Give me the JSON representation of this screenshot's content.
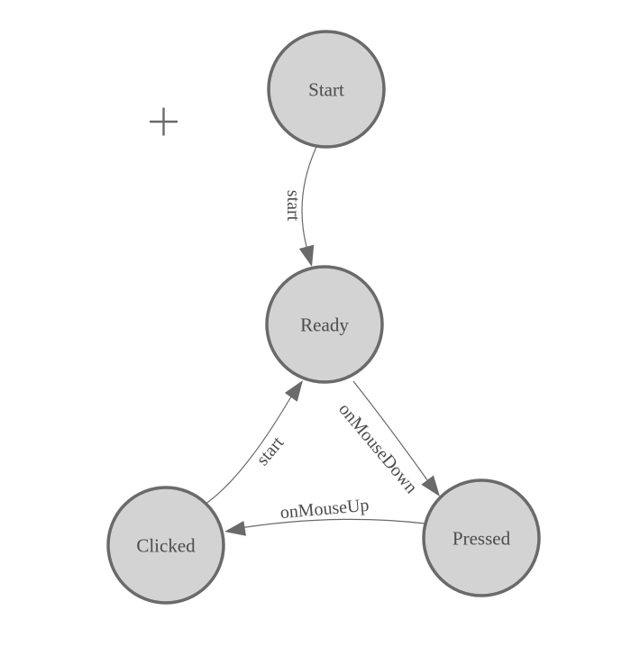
{
  "diagram": {
    "type": "state-machine",
    "nodes": [
      {
        "id": "start",
        "label": "Start"
      },
      {
        "id": "ready",
        "label": "Ready"
      },
      {
        "id": "clicked",
        "label": "Clicked"
      },
      {
        "id": "pressed",
        "label": "Pressed"
      }
    ],
    "edges": [
      {
        "from": "start",
        "to": "ready",
        "label": "start"
      },
      {
        "from": "clicked",
        "to": "ready",
        "label": "start"
      },
      {
        "from": "ready",
        "to": "pressed",
        "label": "onMouseDown"
      },
      {
        "from": "pressed",
        "to": "clicked",
        "label": "onMouseUp"
      }
    ],
    "icons": {
      "crosshair_glyph": "+"
    },
    "colors": {
      "background": "#ffffff",
      "node_fill": "#d3d3d3",
      "node_stroke": "#6a6a6a",
      "edge_stroke": "#6a6a6a",
      "arrowhead_fill": "#6a6a6a",
      "label_text": "#4c4c4c"
    }
  }
}
